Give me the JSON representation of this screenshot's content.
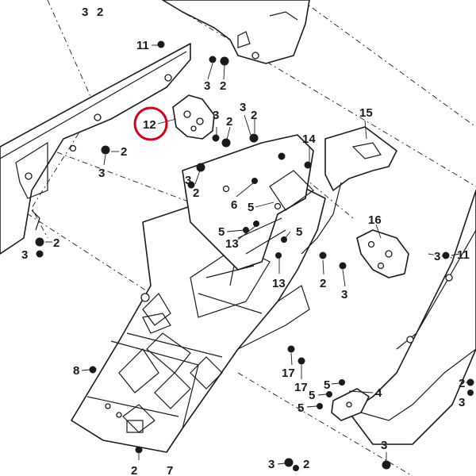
{
  "diagram": {
    "highlight_color": "#d0021b",
    "line_color": "#1a1a1a",
    "highlighted_callout": "12",
    "callouts": {
      "c01": "3",
      "c02": "2",
      "c03": "11",
      "c04": "3",
      "c05": "2",
      "c06": "12",
      "c07": "3",
      "c08": "2",
      "c09": "3",
      "c10": "2",
      "c11": "15",
      "c12": "2",
      "c13": "3",
      "c14": "14",
      "c15": "3",
      "c16": "2",
      "c17": "6",
      "c18": "5",
      "c19": "5",
      "c20": "13",
      "c21": "5",
      "c22": "16",
      "c23": "2",
      "c24": "3",
      "c25": "13",
      "c26": "3",
      "c27": "2",
      "c28": "3",
      "c29": "11",
      "c30": "8",
      "c31": "17",
      "c32": "17",
      "c33": "5",
      "c34": "5",
      "c35": "4",
      "c36": "5",
      "c37": "3",
      "c38": "2",
      "c39": "7",
      "c40": "2",
      "c41": "3",
      "c42": "2",
      "c43": "3"
    }
  }
}
